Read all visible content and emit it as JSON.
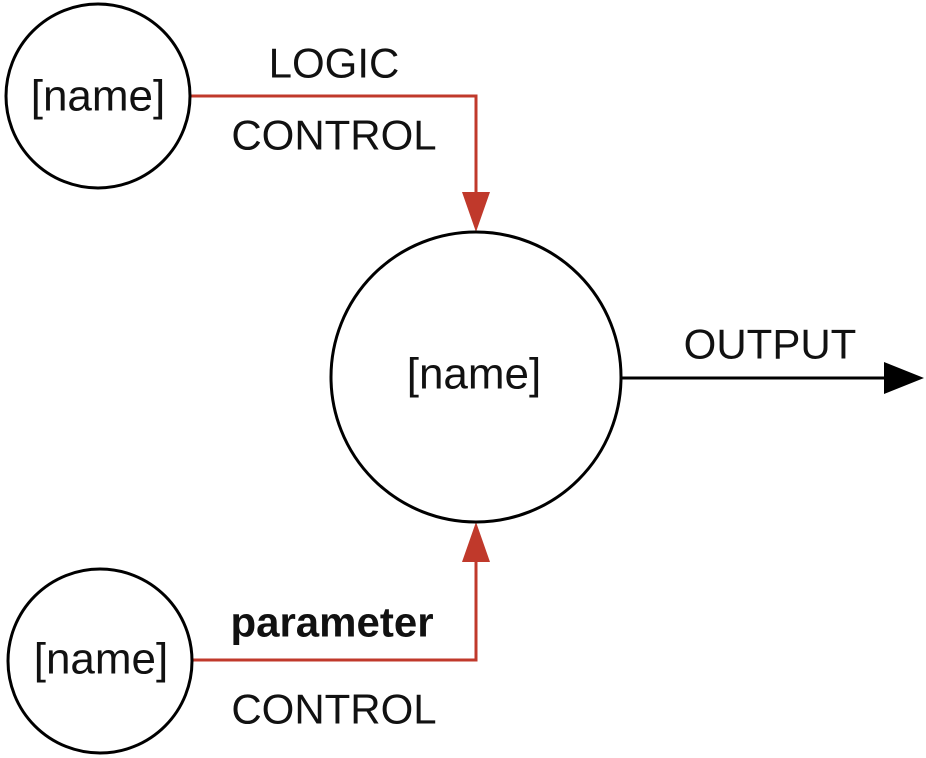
{
  "colors": {
    "control_edge": "#c0392b",
    "output_edge": "#000000",
    "node_stroke": "#000000"
  },
  "nodes": {
    "top": {
      "label": "[name]"
    },
    "center": {
      "label": "[name]"
    },
    "bottom": {
      "label": "[name]"
    }
  },
  "edges": {
    "logic_control": {
      "line1": "LOGIC",
      "line2": "CONTROL"
    },
    "parameter_control": {
      "line1": "parameter",
      "line2": "CONTROL"
    },
    "output": {
      "label": "OUTPUT"
    }
  }
}
